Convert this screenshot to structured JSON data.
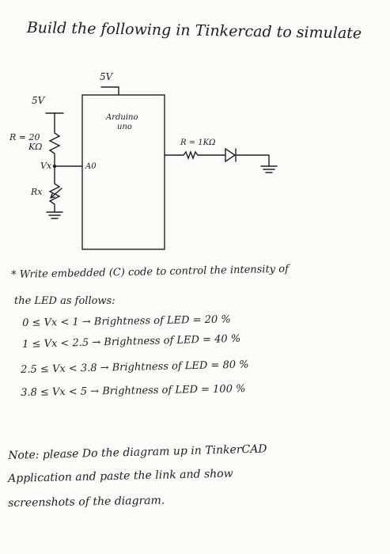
{
  "title": "Build the following in Tinkercad to simulate",
  "circuit": {
    "supply_top": "5V",
    "supply_left": "5V",
    "r_top_line1": "R = 20",
    "r_top_line2": "KΩ",
    "vx_label": "Vx",
    "rx_label": "Rx",
    "arduino_line1": "Arduino",
    "arduino_line2": "uno",
    "pin_label": "A0",
    "led_resistor": "R = 1KΩ"
  },
  "task_line1": "* Write embedded (C) code to control the intensity of",
  "task_line2": "the LED as follows:",
  "rules": [
    "0 ≤ Vx < 1 → Brightness of LED = 20 %",
    "1 ≤ Vx < 2.5 → Brightness of LED = 40 %",
    "2.5 ≤ Vx < 3.8 → Brightness of LED = 80 %",
    "3.8 ≤ Vx < 5 → Brightness of LED = 100 %"
  ],
  "note_line1": "Note: please Do the diagram up in TinkerCAD",
  "note_line2": "Application and paste the link and show",
  "note_line3": "screenshots of the diagram."
}
